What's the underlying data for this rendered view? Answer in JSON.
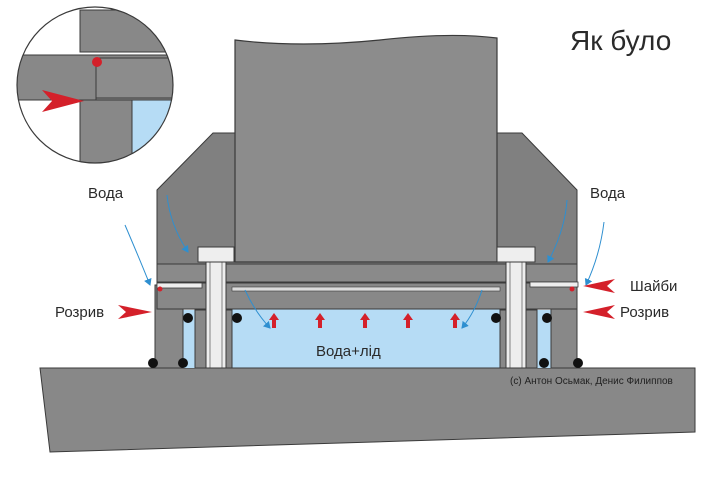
{
  "title": "Як було",
  "labels": {
    "water_left": "Вода",
    "water_right": "Вода",
    "rupture_left": "Розрив",
    "rupture_right": "Розрив",
    "washers": "Шайби",
    "water_ice": "Вода+лід"
  },
  "credit": "(с) Антон Осьмак, Денис Филиппов",
  "colors": {
    "steel": "#888888",
    "steel_dark": "#7a7a7a",
    "outline": "#3a3a3a",
    "water": "#b6dcf5",
    "arrow_red": "#d4202a",
    "flow_blue": "#2e8fd0",
    "seal": "#111111",
    "bolt": "#eeeeee"
  },
  "icons": [
    "pointer-arrow-icon",
    "up-arrow-icon",
    "seal-dot-icon",
    "leak-point-icon",
    "flow-arrow-icon"
  ]
}
